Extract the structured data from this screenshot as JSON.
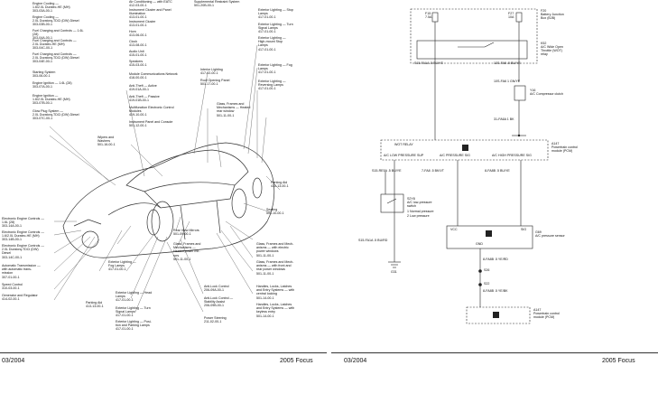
{
  "left": {
    "labels_col1": [
      "Engine Cooling —\n1.6/2.0L Duratec-HE (MH)\n303-03A-00-1",
      "Engine Cooling —\n2.0L Duratorq-TDCi (DW) Diesel\n303-03B-00-1",
      "Fuel Charging and Controls — 1.6L (28)\n303-04A-00-1",
      "Fuel Charging and Controls —\n2.0L Duratec-HE (MH)\n303-04C-00-1",
      "Fuel Charging and Controls —\n2.0L Duratorq-TDCi (DW) Diesel\n303-04E-00-1",
      "Starting System\n303-06-00-1",
      "Engine Ignition — 1.6L (28)\n303-07A-00-1",
      "Engine Ignition —\n1.6/2.0L Duratec-HE (MH)\n303-07B-00-1",
      "Glow Plug System —\n2.0L Duratorq-TDCi (DW) Diesel\n303-07C-00-1"
    ],
    "labels_col2": [
      "Air Conditioning — with EATC\n412-03-00-1",
      "Instrument Cluster and Panel\nIllumination\n413-01-00-1",
      "Instrument Cluster\n413-01-00-1",
      "Horn\n413-06-00-1",
      "Clock\n413-08-00-1",
      "Audio Unit\n415-01-00-1",
      "Speakers\n415-03-00-1",
      "Module Communications Network\n418-00-00-1",
      "Anti-Theft — Active\n419-01A-00-1",
      "Anti-Theft — Passive\n419-01B-00-1",
      "Multifunction Electronic Control\nModules\n419-10-00-1",
      "Instrument Panel and Console\n501-12-00-1"
    ],
    "labels_col3": [
      "Supplemental Restraint System\n501-20B-00-1"
    ],
    "labels_col4": [
      "Exterior Lighting — Stop\nLamps\n417-01-00-1",
      "Exterior Lighting — Turn\nSignal Lamps\n417-01-00-1",
      "Exterior Lighting —\nHigh-mount Stop\nLamps\n417-01-00-1",
      "Exterior Lighting — Fog\nLamps\n417-01-00-1",
      "Exterior Lighting —\nReversing Lamps\n417-01-00-1"
    ],
    "labels_mid": [
      "Interior Lighting\n417-02-00-1",
      "Roof Opening Panel\n501-17-00-1",
      "Glass, Frames and\nMechanisms — Heated\nrear window\n501-11-00-1",
      "Wipers and\nWashers\n501-16-00-1"
    ],
    "labels_bottom_left": [
      "Electronic Engine Controls —\n1.6L (28)\n303-14A-00-1",
      "Electronic Engine Controls —\n1.6/2.0L Duratec-HE (MH)\n303-14B-00-1",
      "Electronic Engine Controls —\n2.0L Duratorq-TDCi (DW)\nDiesel\n303-14C-00-1",
      "Automatic Transmission —\nwith automatic trans-\nmission\n307-01-00-1",
      "Speed Control\n310-03-00-1",
      "Generator and Regulator\n414-02-00-1"
    ],
    "labels_bottom_mid": [
      "Exterior Lighting —\nFog Lamps\n417-01-00-1",
      "Parking Aid\n413-13-00-1",
      "Exterior Lighting — Head\nLamps\n417-01-00-1",
      "Exterior Lighting — Turn\nSignal Lamps\n417-01-00-1",
      "Exterior Lighting — Posi-\ntion and Parking Lamps\n417-01-00-1"
    ],
    "labels_bottom_right": [
      "Rear View Mirrors\n501-09-00-1",
      "Glass, Frames and\nMechanisms —\nHeated power mir-\nrors\n501-11-00-1",
      "Anti-Lock Control\n206-09A-00-1",
      "Anti-Lock Control —\nStability Assist\n206-09B-00-1",
      "Power Steering\n211-02-00-1"
    ],
    "labels_far_right": [
      "Parking Aid\n413-13-00-1",
      "Seating\n501-10-00-1",
      "Glass, Frames and Mech-\nanisms — with electric\npower windows\n501-11-00-1",
      "Glass, Frames and Mech-\nanisms — with front and\nrear power windows\n501-11-00-1",
      "Handles, Locks, Latches\nand Entry Systems — with\ncentral locking\n501-14-00-1",
      "Handles, Locks, Latches\nand Entry Systems — with\nkeyless entry\n501-14-00-1"
    ],
    "footer_date": "03/2004",
    "footer_model": "2005 Focus"
  },
  "right": {
    "fuse_labels": [
      "F15\n7.5A",
      "F27\n10A"
    ],
    "boxes": [
      "F20\nBattery Junction\nBox (BJB)",
      "K52\nA/C Wide Open\nThrottle (WOT)\nrelay",
      "Y16\nA/C Compressor clutch",
      "A147\nPowertrain control\nmodule (PCM)",
      "S2Y8\nA/C low-pressure\nswitch",
      "G69\nA/C pressure sensor",
      "A147\nPowertrain control\nmodule (PCM)"
    ],
    "wire_labels": [
      "S15-FA1A  .5 BU/YE",
      "13S-FA5  .5 BU/YE",
      "10S-FA6  1 GN/YE",
      "31-FA6A  1 BK",
      "S15-RE5A  .5 BU/YE",
      "7-FA8  .5 BK/VT",
      "8-FA8B  .5 BU/YE",
      "S15-FA1A  .5 BU/RD",
      "8-FA8B  .5 YE/RD",
      "8-FA8B  .5 YE/BK"
    ],
    "pcm_pins": [
      "A/C LOW PRESSURE SUP",
      "A/C PRESSURE SIG",
      "A/C HIGH PRESSURE SIG",
      "WOT RELAY"
    ],
    "sensor_pins": [
      "VCC",
      "SIG",
      "GND"
    ],
    "switch_legend": [
      "1  Normal pressure",
      "2  Low pressure"
    ],
    "ground_labels": [
      "G31",
      "S26",
      "S22"
    ],
    "footer_date": "03/2004",
    "footer_model": "2005 Focus"
  }
}
